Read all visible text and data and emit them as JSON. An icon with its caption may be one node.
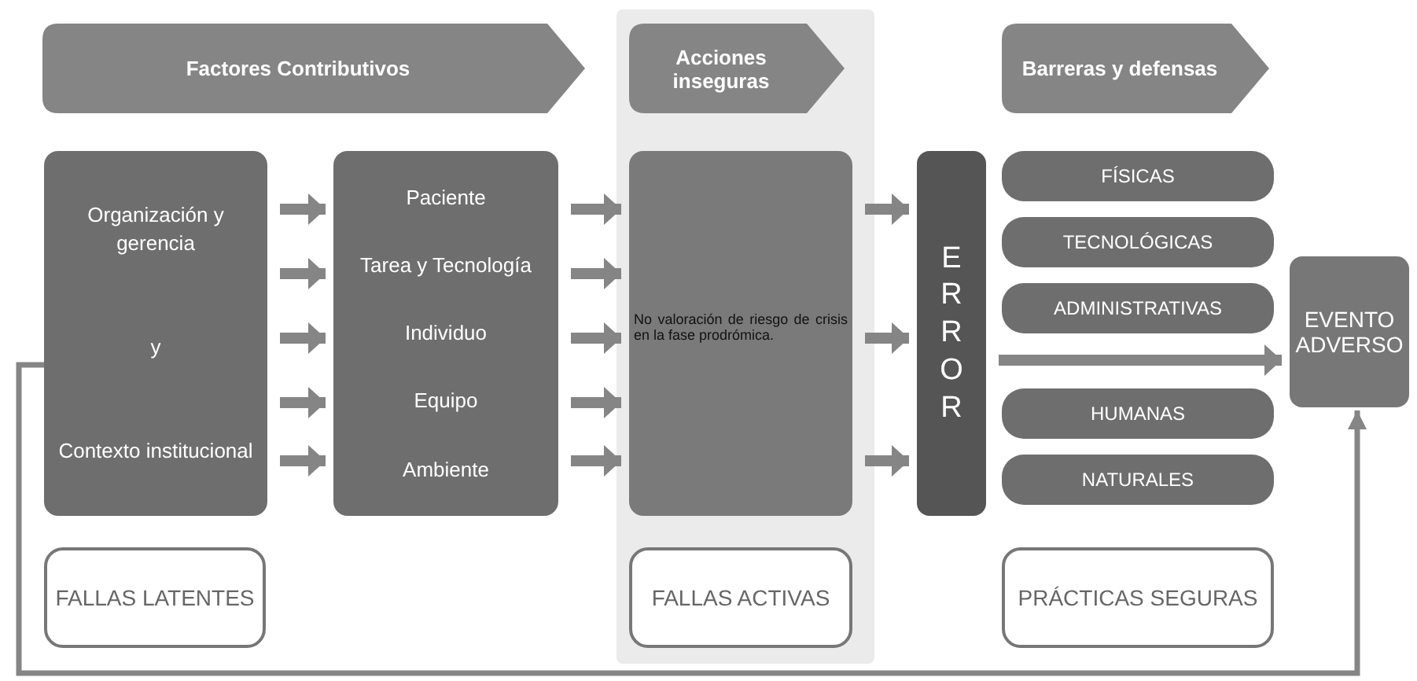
{
  "diagram": {
    "nodes": [
      {
        "text": [
          "Factores Contributivos"
        ]
      },
      {
        "text": [
          "Acciones inseguras"
        ]
      },
      {
        "text": [
          "Barreras y defensas"
        ]
      },
      {
        "text": [
          "Organización y gerencia",
          "y",
          "Contexto institucional"
        ]
      },
      {
        "text": [
          "Paciente",
          "Tarea y Tecnología",
          "Individuo",
          "Equipo",
          "Ambiente"
        ]
      },
      {
        "text": [
          "No valoración de riesgo de crisis en la fase prodrómica."
        ]
      },
      {
        "text": [
          "ERROR"
        ]
      },
      {
        "text": [
          "FÍSICAS"
        ]
      },
      {
        "text": [
          "TECNOLÓGICAS"
        ]
      },
      {
        "text": [
          "ADMINISTRATIVAS"
        ]
      },
      {
        "text": [
          "HUMANAS"
        ]
      },
      {
        "text": [
          "NATURALES"
        ]
      },
      {
        "text": [
          "EVENTO ADVERSO"
        ]
      },
      {
        "text": [
          "FALLAS LATENTES"
        ]
      },
      {
        "text": [
          "FALLAS ACTIVAS"
        ]
      },
      {
        "text": [
          "PRÁCTICAS SEGURAS"
        ]
      }
    ],
    "edges": [
      {
        "from": 3,
        "to": 4,
        "arrow": "to"
      },
      {
        "from": 3,
        "to": 4,
        "arrow": "to"
      },
      {
        "from": 3,
        "to": 4,
        "arrow": "to"
      },
      {
        "from": 3,
        "to": 4,
        "arrow": "to"
      },
      {
        "from": 3,
        "to": 4,
        "arrow": "to"
      },
      {
        "from": 4,
        "to": 5,
        "arrow": "to"
      },
      {
        "from": 4,
        "to": 5,
        "arrow": "to"
      },
      {
        "from": 4,
        "to": 5,
        "arrow": "to"
      },
      {
        "from": 4,
        "to": 5,
        "arrow": "to"
      },
      {
        "from": 4,
        "to": 5,
        "arrow": "to"
      },
      {
        "from": 5,
        "to": 6,
        "arrow": "to"
      },
      {
        "from": 5,
        "to": 6,
        "arrow": "to"
      },
      {
        "from": 5,
        "to": 6,
        "arrow": "to"
      },
      {
        "from": 6,
        "to": 12,
        "arrow": "to"
      },
      {
        "from": 3,
        "to": 12,
        "arrow": "to"
      }
    ]
  }
}
